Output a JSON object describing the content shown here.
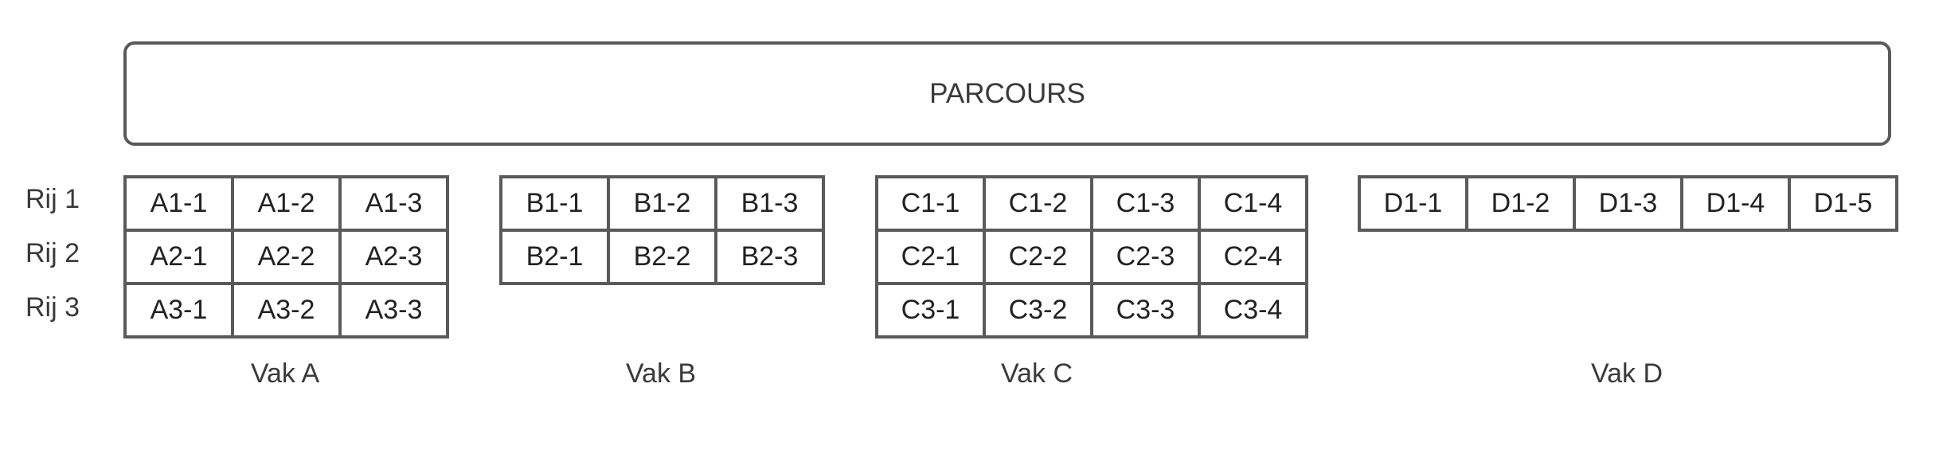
{
  "parcours": {
    "label": "PARCOURS"
  },
  "rows": [
    "Rij 1",
    "Rij 2",
    "Rij 3"
  ],
  "vakken": [
    {
      "label": "Vak A",
      "cells": [
        [
          "A1-1",
          "A1-2",
          "A1-3"
        ],
        [
          "A2-1",
          "A2-2",
          "A2-3"
        ],
        [
          "A3-1",
          "A3-2",
          "A3-3"
        ]
      ]
    },
    {
      "label": "Vak B",
      "cells": [
        [
          "B1-1",
          "B1-2",
          "B1-3"
        ],
        [
          "B2-1",
          "B2-2",
          "B2-3"
        ]
      ]
    },
    {
      "label": "Vak C",
      "cells": [
        [
          "C1-1",
          "C1-2",
          "C1-3",
          "C1-4"
        ],
        [
          "C2-1",
          "C2-2",
          "C2-3",
          "C2-4"
        ],
        [
          "C3-1",
          "C3-2",
          "C3-3",
          "C3-4"
        ]
      ]
    },
    {
      "label": "Vak D",
      "cells": [
        [
          "D1-1",
          "D1-2",
          "D1-3",
          "D1-4",
          "D1-5"
        ]
      ]
    }
  ]
}
